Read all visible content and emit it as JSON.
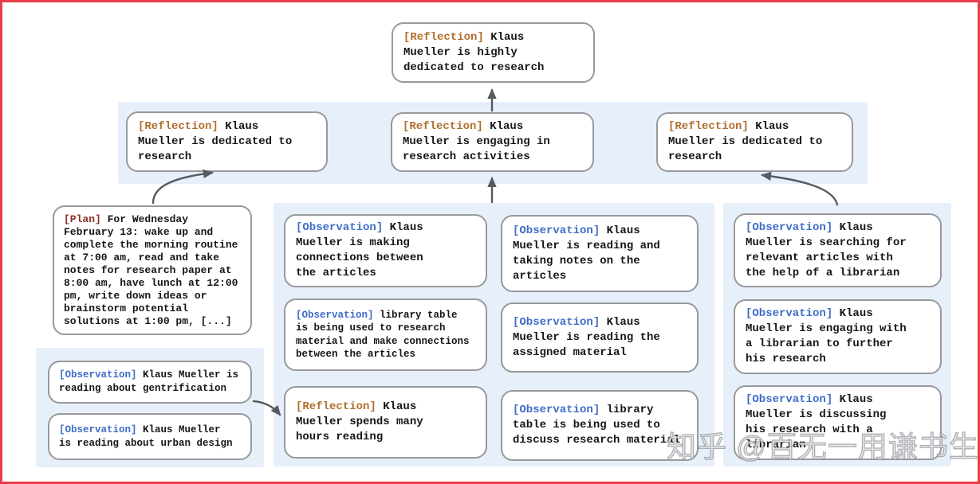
{
  "colors": {
    "reflection": "#b06f2c",
    "observation": "#3f6cc8",
    "plan": "#8e2e26",
    "panel": "#e7effa",
    "box_border": "#97999c",
    "frame_red": "#ea3d49",
    "arrow": "#565b61"
  },
  "watermark": {
    "text": "知乎 @百无一用谦书生"
  },
  "nodes": {
    "top": {
      "tag": "[Reflection]",
      "text": " Klaus\nMueller is highly\ndedicated to research"
    },
    "r2_left": {
      "tag": "[Reflection]",
      "text": " Klaus\nMueller is dedicated to\nresearch"
    },
    "r2_mid": {
      "tag": "[Reflection]",
      "text": " Klaus\nMueller is engaging in\nresearch activities"
    },
    "r2_right": {
      "tag": "[Reflection]",
      "text": " Klaus\nMueller is dedicated to\nresearch"
    },
    "plan": {
      "tag": "[Plan]",
      "text": " For Wednesday\nFebruary 13: wake up and\ncomplete the morning routine\nat 7:00 am, read and take\nnotes for research paper at\n8:00 am, have lunch at 12:00\npm, write down ideas or\nbrainstorm potential\nsolutions at 1:00 pm, [...]"
    },
    "obs_gentrification": {
      "tag": "[Observation]",
      "text": " Klaus Mueller is\nreading about gentrification"
    },
    "obs_urban": {
      "tag": "[Observation]",
      "text": " Klaus Mueller\nis reading about urban design"
    },
    "mid1": {
      "tag": "[Observation]",
      "text": " Klaus\nMueller is making\nconnections between\nthe articles"
    },
    "mid2": {
      "tag": "[Observation]",
      "text": " library table\nis being used to research\nmaterial and make connections\nbetween the articles"
    },
    "mid3": {
      "tag": "[Reflection]",
      "text": " Klaus\nMueller spends many\nhours reading"
    },
    "midr1": {
      "tag": "[Observation]",
      "text": " Klaus\nMueller is reading and\ntaking notes on the\narticles"
    },
    "midr2": {
      "tag": "[Observation]",
      "text": " Klaus\nMueller is reading the\nassigned material"
    },
    "midr3": {
      "tag": "[Observation]",
      "text": " library\ntable is being used to\ndiscuss research material"
    },
    "right1": {
      "tag": "[Observation]",
      "text": " Klaus\nMueller is searching for\nrelevant articles with\nthe help of a librarian"
    },
    "right2": {
      "tag": "[Observation]",
      "text": " Klaus\nMueller is engaging with\na librarian to further\nhis research"
    },
    "right3": {
      "tag": "[Observation]",
      "text": " Klaus\nMueller is discussing\nhis research with a\nlibrarian"
    }
  },
  "edges": [
    {
      "from": "reflection-center",
      "to": "reflection-top"
    },
    {
      "from": "plan",
      "to": "reflection-left"
    },
    {
      "from": "middle-observations-panel",
      "to": "reflection-center"
    },
    {
      "from": "right-observations-panel",
      "to": "reflection-right"
    },
    {
      "from": "left-observations-panel",
      "to": "reflection-hours-reading"
    }
  ]
}
